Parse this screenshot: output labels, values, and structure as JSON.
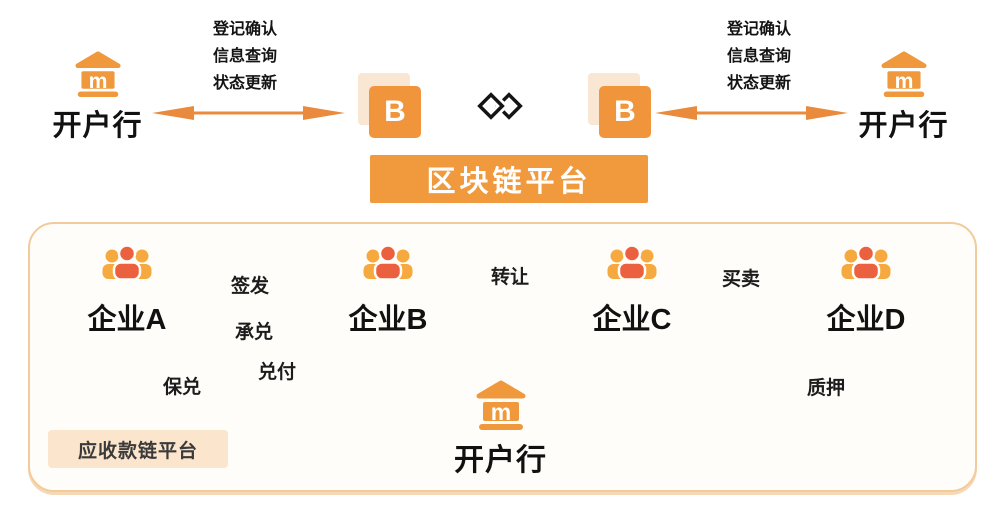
{
  "top": {
    "left": {
      "bank_label": "开户行",
      "ops": [
        "登记确认",
        "信息查询",
        "状态更新"
      ],
      "block_label": "B"
    },
    "right": {
      "bank_label": "开户行",
      "ops": [
        "登记确认",
        "信息查询",
        "状态更新"
      ],
      "block_label": "B"
    },
    "banner": "区块链平台"
  },
  "bottom": {
    "enterprises": [
      {
        "label": "企业A"
      },
      {
        "label": "企业B"
      },
      {
        "label": "企业C"
      },
      {
        "label": "企业D"
      }
    ],
    "edges": {
      "issue": "签发",
      "accept": "承兑",
      "transfer": "转让",
      "trade": "买卖",
      "guarantee": "保兑",
      "pay": "兑付",
      "pledge": "质押"
    },
    "bank_label": "开户行",
    "tag": "应收款链平台"
  },
  "colors": {
    "orange": "#F0983C",
    "red_orange": "#EB6140",
    "block_shadow": "#FAE7D3",
    "panel_border": "#F1CB9B",
    "tag_bg": "#FBE5CC",
    "arrow": "#E98A3C",
    "banner_bg": "#F0993D",
    "chain_icon": "#141414"
  }
}
